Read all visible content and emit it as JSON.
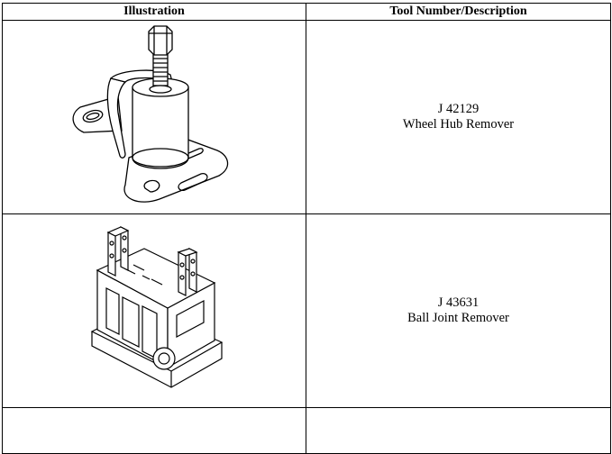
{
  "table": {
    "headers": [
      "Illustration",
      "Tool Number/Description"
    ],
    "rows": [
      {
        "number": "J 42129",
        "description": "Wheel Hub Remover",
        "illustration": "wheel-hub-remover-drawing"
      },
      {
        "number": "J 43631",
        "description": "Ball Joint Remover",
        "illustration": "ball-joint-remover-drawing"
      },
      {
        "number": "",
        "description": "",
        "illustration": ""
      }
    ]
  }
}
